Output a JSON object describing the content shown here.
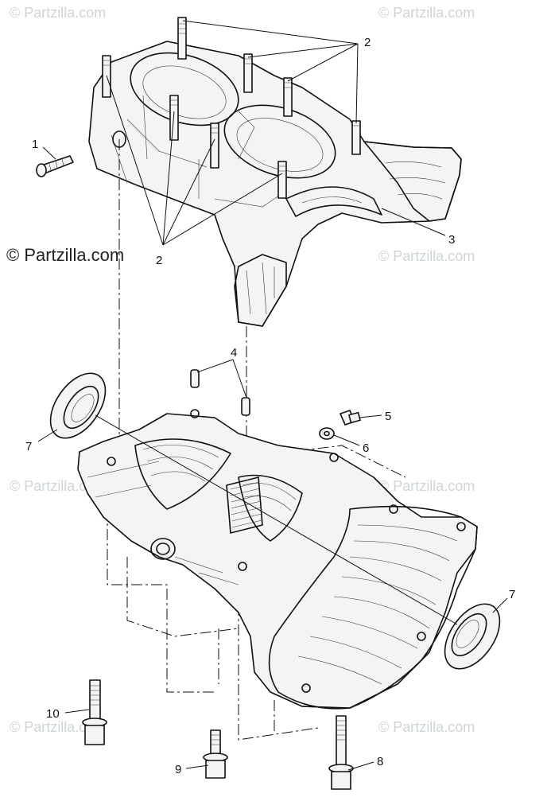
{
  "watermarks": {
    "main": "© Partzilla.com",
    "faint": "© Partzilla.com"
  },
  "callouts": {
    "c1": "1",
    "c2": "2",
    "c2b": "2",
    "c3": "3",
    "c4": "4",
    "c5": "5",
    "c6": "6",
    "c7a": "7",
    "c7b": "7",
    "c8": "8",
    "c9": "9",
    "c10": "10"
  }
}
